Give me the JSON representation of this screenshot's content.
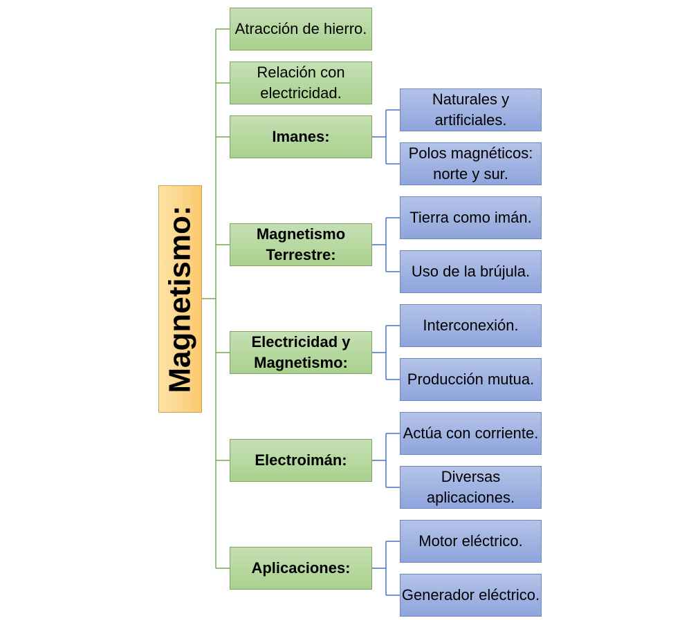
{
  "root": {
    "label": "Magnetismo:"
  },
  "branches": [
    {
      "label": "Atracción de hierro.",
      "bold": false,
      "children": []
    },
    {
      "label": "Relación con electricidad.",
      "bold": false,
      "children": []
    },
    {
      "label": "Imanes:",
      "bold": true,
      "children": [
        "Naturales y artificiales.",
        "Polos magnéticos: norte y sur."
      ]
    },
    {
      "label": "Magnetismo Terrestre:",
      "bold": true,
      "children": [
        "Tierra como imán.",
        "Uso de la brújula."
      ]
    },
    {
      "label": "Electricidad y Magnetismo:",
      "bold": true,
      "children": [
        "Interconexión.",
        "Producción mutua."
      ]
    },
    {
      "label": "Electroimán:",
      "bold": true,
      "children": [
        "Actúa con corriente.",
        "Diversas aplicaciones."
      ]
    },
    {
      "label": "Aplicaciones:",
      "bold": true,
      "children": [
        "Motor eléctrico.",
        "Generador eléctrico."
      ]
    }
  ],
  "colors": {
    "root_fill": "#fbc96e",
    "branch_fill": "#a9d18e",
    "leaf_fill": "#8ea5dc",
    "root_connector": "#70ad47",
    "leaf_connector": "#4472c4"
  }
}
